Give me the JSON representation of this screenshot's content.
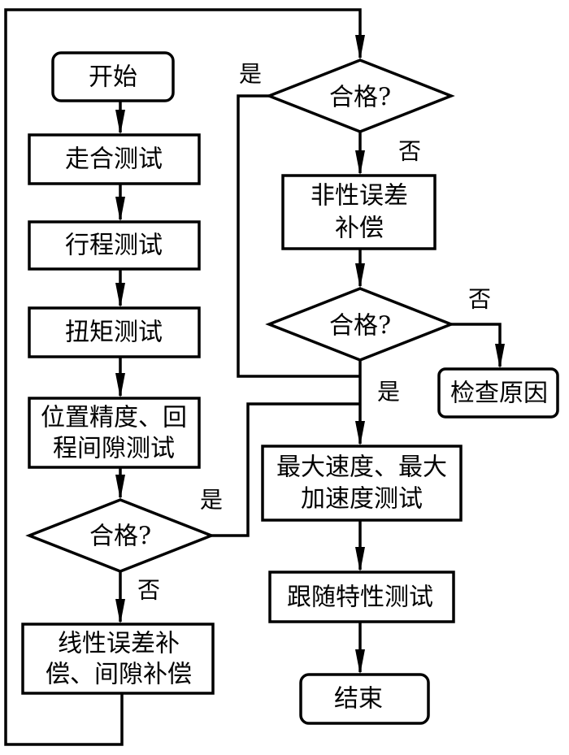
{
  "diagram": {
    "type": "flowchart",
    "nodes": {
      "start": {
        "kind": "terminal",
        "lines": [
          "开始"
        ]
      },
      "break_in_test": {
        "kind": "process",
        "lines": [
          "走合测试"
        ]
      },
      "stroke_test": {
        "kind": "process",
        "lines": [
          "行程测试"
        ]
      },
      "torque_test": {
        "kind": "process",
        "lines": [
          "扭矩测试"
        ]
      },
      "position_test": {
        "kind": "process",
        "lines": [
          "位置精度、回",
          "程间隙测试"
        ]
      },
      "decision_1": {
        "kind": "decision",
        "lines": [
          "合格?"
        ]
      },
      "linear_comp": {
        "kind": "process",
        "lines": [
          "线性误差补",
          "偿、间隙补偿"
        ]
      },
      "decision_2": {
        "kind": "decision",
        "lines": [
          "合格?"
        ]
      },
      "nonlinear_comp": {
        "kind": "process",
        "lines": [
          "非性误差",
          "补偿"
        ]
      },
      "decision_3": {
        "kind": "decision",
        "lines": [
          "合格?"
        ]
      },
      "check_cause": {
        "kind": "terminal",
        "lines": [
          "检查原因"
        ]
      },
      "max_speed_test": {
        "kind": "process",
        "lines": [
          "最大速度、最大",
          "加速度测试"
        ]
      },
      "follow_test": {
        "kind": "process",
        "lines": [
          "跟随特性测试"
        ]
      },
      "end": {
        "kind": "terminal",
        "lines": [
          "结束"
        ]
      }
    },
    "edge_labels": {
      "d1_yes": "是",
      "d1_no": "否",
      "d2_yes": "是",
      "d2_no": "否",
      "d3_yes": "是",
      "d3_no": "否"
    },
    "edges": [
      {
        "from": "start",
        "to": "break_in_test"
      },
      {
        "from": "break_in_test",
        "to": "stroke_test"
      },
      {
        "from": "stroke_test",
        "to": "torque_test"
      },
      {
        "from": "torque_test",
        "to": "position_test"
      },
      {
        "from": "position_test",
        "to": "decision_1"
      },
      {
        "from": "decision_1",
        "to": "linear_comp",
        "label": "否"
      },
      {
        "from": "decision_1",
        "to": "max_speed_test",
        "label": "是"
      },
      {
        "from": "linear_comp",
        "to": "decision_2"
      },
      {
        "from": "decision_2",
        "to": "nonlinear_comp",
        "label": "否"
      },
      {
        "from": "decision_2",
        "to": "max_speed_test",
        "label": "是"
      },
      {
        "from": "nonlinear_comp",
        "to": "decision_3"
      },
      {
        "from": "decision_3",
        "to": "check_cause",
        "label": "否"
      },
      {
        "from": "decision_3",
        "to": "max_speed_test",
        "label": "是"
      },
      {
        "from": "max_speed_test",
        "to": "follow_test"
      },
      {
        "from": "follow_test",
        "to": "end"
      }
    ]
  }
}
